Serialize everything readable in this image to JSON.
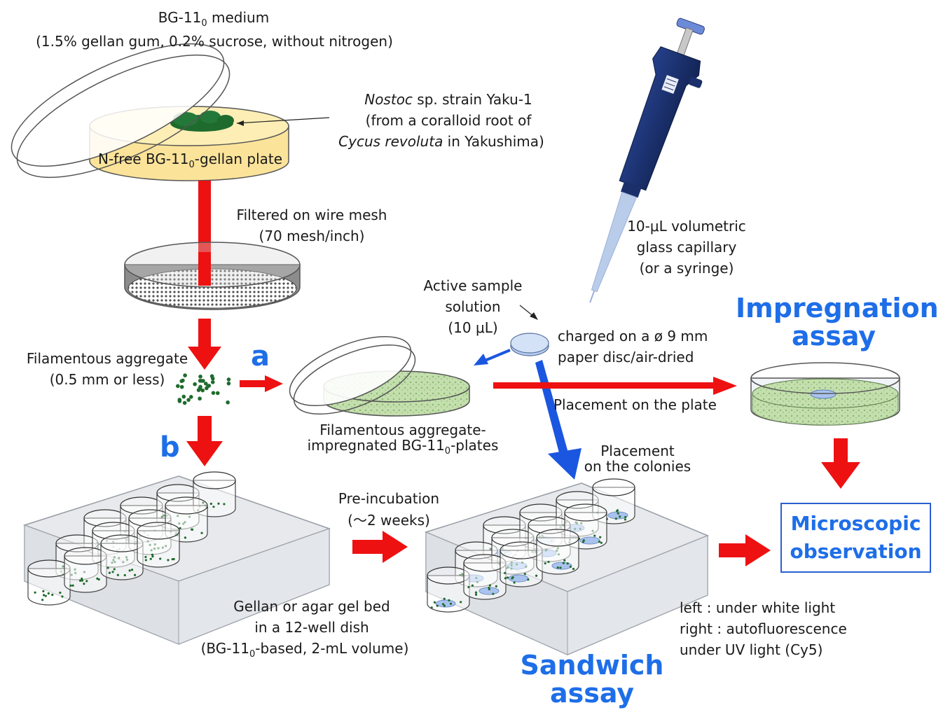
{
  "medium": {
    "title_pre": "BG-11",
    "title_sub": "0",
    "title_post": " medium",
    "composition": "(1.5% gellan gum, 0.2% sucrose, without nitrogen)"
  },
  "plate_label": {
    "pre": "N-free BG-11",
    "sub": "0",
    "post": "-gellan plate"
  },
  "strain": {
    "line1_italic": "Nostoc",
    "line1_rest": " sp. strain Yaku-1",
    "line2": "(from a coralloid root of",
    "line3_italic": "Cycus revoluta",
    "line3_rest": " in Yakushima)"
  },
  "filter": {
    "line1": "Filtered on wire mesh",
    "line2": "(70 mesh/inch)"
  },
  "aggregate": {
    "line1": "Filamentous aggregate",
    "line2": "(0.5 mm or less)"
  },
  "branch_a": "a",
  "branch_b": "b",
  "impregnated_plates": {
    "line1": "Filamentous aggregate-",
    "line2_pre": "impregnated BG-11",
    "line2_sub": "0",
    "line2_post": "-plates"
  },
  "sample": {
    "line1": "Active sample",
    "line2": "solution",
    "line3": "(10 μL)"
  },
  "capillary": {
    "line1": "10-μL volumetric",
    "line2": "glass capillary",
    "line3": "(or a syringe)"
  },
  "disc": {
    "line1": "charged on a ø 9 mm",
    "line2": "paper disc/air-dried"
  },
  "placement_plate": "Placement on the plate",
  "impregnation_assay": {
    "line1": "Impregnation",
    "line2": "assay"
  },
  "placement_colonies": {
    "line1": "Placement",
    "line2": "on the colonies"
  },
  "preincubation": {
    "line1": "Pre-incubation",
    "line2": "(～2 weeks)"
  },
  "gel_bed": {
    "line1": "Gellan or agar gel bed",
    "line2": "in a 12-well dish",
    "line3_pre": "(BG-11",
    "line3_sub": "0",
    "line3_post": "-based, 2-mL volume)"
  },
  "sandwich_assay": {
    "line1": "Sandwich",
    "line2": "assay"
  },
  "observation": {
    "line1": "Microscopic",
    "line2": "observation"
  },
  "light_notes": {
    "line1": "left : under white light",
    "line2": "right : autofluorescence",
    "line3": "under UV light (Cy5)"
  },
  "colors": {
    "arrow_red": "#ee1111",
    "arrow_blue": "#1a56e0",
    "accent_blue": "#1e6ee8",
    "plate_yellow": "#fbe39a",
    "gel_green": "#b8d8a0",
    "colony_green": "#1f6b2e",
    "pipette_navy": "#1b2f6b"
  }
}
